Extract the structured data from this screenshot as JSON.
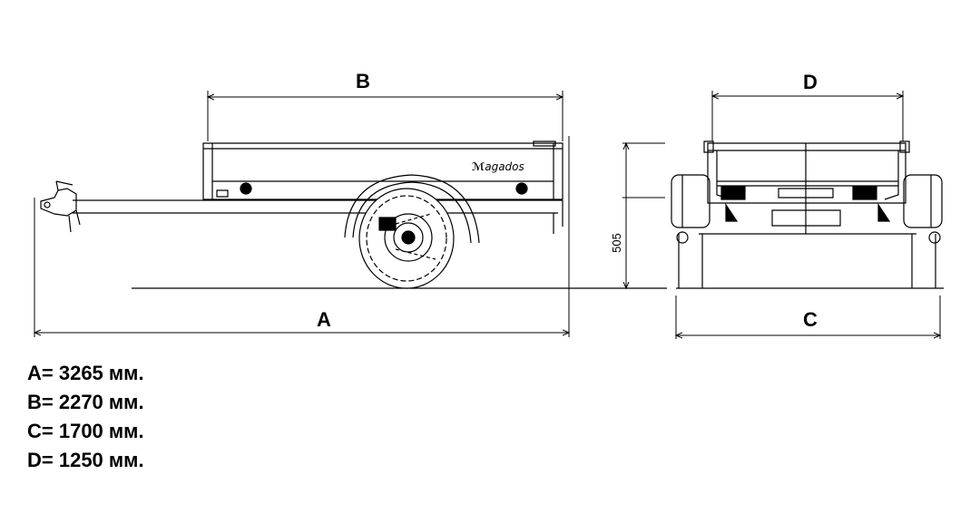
{
  "diagram": {
    "dimension_labels": {
      "a": "A",
      "b": "B",
      "c": "C",
      "d": "D"
    },
    "height_dimension": "505",
    "brand_mark": "agados"
  },
  "legend": [
    "A= 3265 мм.",
    "B= 2270 мм.",
    "C= 1700 мм.",
    "D= 1250 мм."
  ]
}
